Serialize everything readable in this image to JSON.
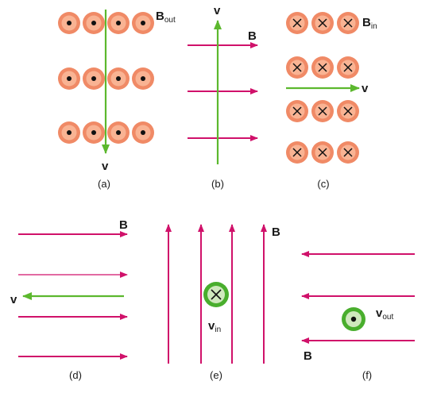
{
  "colors": {
    "field": "#d0116a",
    "velocity": "#5cb82e",
    "dot_outer": "#f08a66",
    "dot_inner": "#f9b393",
    "ring_outer": "#49ae2d",
    "ring_inner": "#cfe8bd",
    "ink": "#111111"
  },
  "panels": [
    {
      "label": "(a)",
      "field_symbol": "B",
      "field_subscript": "out",
      "velocity_symbol": "v"
    },
    {
      "label": "(b)",
      "field_symbol": "B",
      "velocity_symbol": "v"
    },
    {
      "label": "(c)",
      "field_symbol": "B",
      "field_subscript": "in",
      "velocity_symbol": "v"
    },
    {
      "label": "(d)",
      "field_symbol": "B",
      "velocity_symbol": "v"
    },
    {
      "label": "(e)",
      "field_symbol": "B",
      "velocity_symbol": "v",
      "velocity_subscript": "in"
    },
    {
      "label": "(f)",
      "field_symbol": "B",
      "velocity_symbol": "v",
      "velocity_subscript": "out"
    }
  ]
}
